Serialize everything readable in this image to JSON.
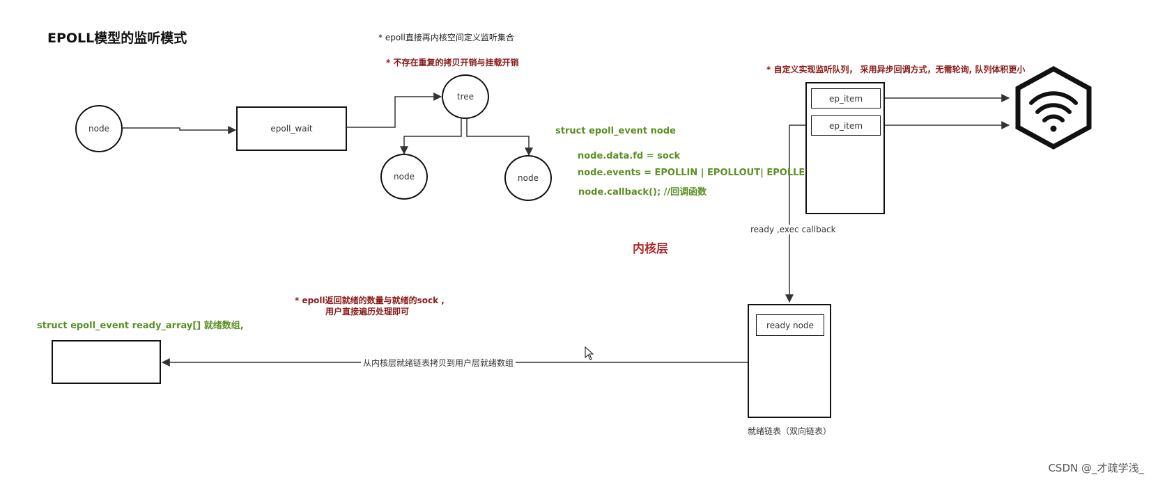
{
  "title": "EPOLL模型的监听模式",
  "notes": {
    "top_black": "* epoll直接再内核空间定义监听集合",
    "top_red": "* 不存在重复的拷贝开销与挂载开销",
    "right_red": "* 自定义实现监听队列， 采用异步回调方式，无需轮询, 队列体积更小",
    "bottom_red_line1": "* epoll返回就绪的数量与就绪的sock ,",
    "bottom_red_line2": "用户直接遍历处理即可"
  },
  "code": {
    "struct": "struct epoll_event node",
    "fd": "node.data.fd = sock",
    "events": "node.events = EPOLLIN | EPOLLOUT| EPOLLERR",
    "callback": "node.callback(); //回调函数",
    "ready_array": "struct epoll_event ready_array[]  就绪数组,"
  },
  "nodes": {
    "node_left": "node",
    "epoll_wait": "epoll_wait",
    "tree": "tree",
    "node_child_left": "node",
    "node_child_right": "node",
    "ep_item_1": "ep_item",
    "ep_item_2": "ep_item",
    "ready_node": "ready node"
  },
  "labels": {
    "ready_exec": "ready ,exec callback",
    "kernel_layer": "内核层",
    "copy_edge": "从内核层就绪链表拷贝到用户层就绪数组",
    "ready_list": "就绪链表（双向链表）"
  },
  "watermark": "CSDN @_才疏学浅_"
}
